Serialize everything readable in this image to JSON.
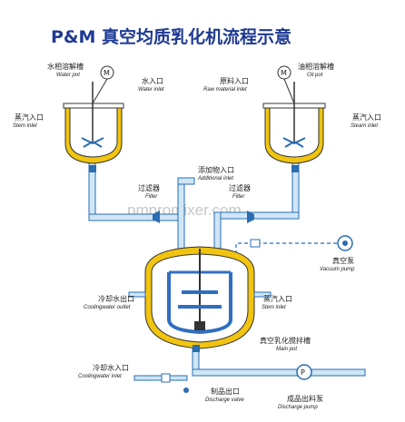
{
  "title": "P&M  真空均质乳化机流程示意",
  "watermark": "pmpromixer.com",
  "colors": {
    "pipe_fill": "#cfe6f7",
    "pipe_stroke": "#2a6db0",
    "jacket": "#f1c40f",
    "vessel": "#ffffff",
    "agitator": "#2f6fc1"
  },
  "labels": {
    "water_pot": {
      "cn": "水相溶解槽",
      "en": "Water pot"
    },
    "water_inlet": {
      "cn": "水入口",
      "en": "Water inlet"
    },
    "raw_material_inlet": {
      "cn": "原料入口",
      "en": "Raw material inlet"
    },
    "oil_pot": {
      "cn": "油相溶解槽",
      "en": "Oil pot"
    },
    "steam_inlet_left": {
      "cn": "蒸汽入口",
      "en": "Stem inlet"
    },
    "steam_inlet_right": {
      "cn": "蒸汽入口",
      "en": "Steam inlet"
    },
    "additional_inlet": {
      "cn": "添加物入口",
      "en": "Additional inlet"
    },
    "filter_left": {
      "cn": "过滤器",
      "en": "Filter"
    },
    "filter_right": {
      "cn": "过滤器",
      "en": "Filter"
    },
    "vacuum_pump": {
      "cn": "真空泵",
      "en": "Vacuum pump"
    },
    "cooling_water_outlet": {
      "cn": "冷却水出口",
      "en": "Coolingwater outlet"
    },
    "steam_inlet_main": {
      "cn": "蒸汽入口",
      "en": "Stem inlet"
    },
    "main_pot": {
      "cn": "真空乳化搅拌槽",
      "en": "Main pot"
    },
    "cooling_water_inlet": {
      "cn": "冷却水入口",
      "en": "Coolingwater inlet"
    },
    "discharge_valve": {
      "cn": "制品出口",
      "en": "Discharge valve"
    },
    "discharge_pump": {
      "cn": "成品出料泵",
      "en": "Discharge pump"
    },
    "motor_symbol": "M",
    "pump_symbol": "P"
  }
}
